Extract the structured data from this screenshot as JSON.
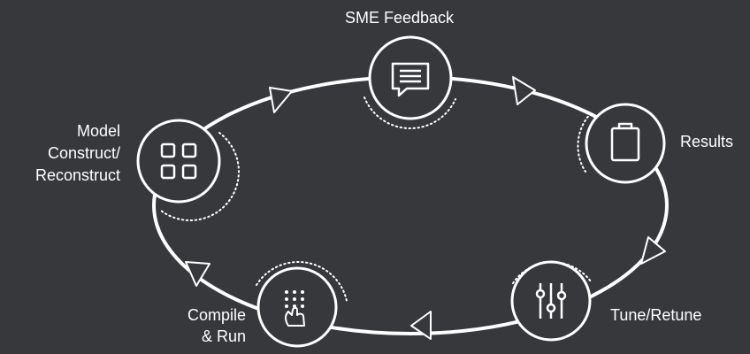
{
  "diagram": {
    "colors": {
      "background": "#37383c",
      "stroke": "#ffffff",
      "node_fill": "#37383c"
    },
    "nodes": [
      {
        "id": "sme-feedback",
        "icon": "chat-bubble-icon",
        "label_lines": [
          "SME Feedback"
        ]
      },
      {
        "id": "results",
        "icon": "clipboard-icon",
        "label_lines": [
          "Results"
        ]
      },
      {
        "id": "tune-retune",
        "icon": "sliders-icon",
        "label_lines": [
          "Tune/Retune"
        ]
      },
      {
        "id": "compile-run",
        "icon": "keypad-touch-icon",
        "label_lines": [
          "Compile",
          "& Run"
        ]
      },
      {
        "id": "model-construct",
        "icon": "grid-icon",
        "label_lines": [
          "Model",
          "Construct/",
          "Reconstruct"
        ]
      }
    ],
    "flow": "clockwise"
  }
}
